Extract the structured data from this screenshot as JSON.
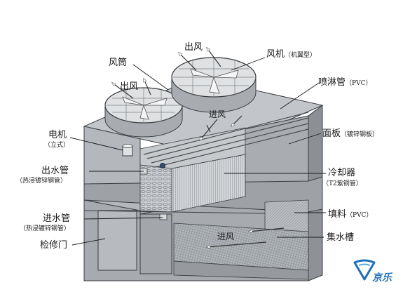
{
  "colors": {
    "casing": "#a9adb2",
    "casing_dark": "#7f8489",
    "casing_light": "#c8cbce",
    "outline": "#3a3d40",
    "leader": "#1a1a1a",
    "brand": "#1f6fb8"
  },
  "labels": {
    "fan_duct": "风筒",
    "exhaust_left": "出风",
    "exhaust_right": "出风",
    "fan": "风机",
    "fan_sub": "（机翼型）",
    "spray_pipe": "喷淋管",
    "spray_pipe_sub": "（PVC）",
    "air_in_top": "进风",
    "panel": "面板",
    "panel_sub": "（镀锌钢板）",
    "motor": "电机",
    "motor_sub": "（立式）",
    "outlet_pipe": "出水管",
    "outlet_pipe_sub": "（热浸镀锌钢管）",
    "cooler": "冷却器",
    "cooler_sub": "（T2紫铜管）",
    "fill": "填料",
    "fill_sub": "（PVC）",
    "inlet_pipe": "进水管",
    "inlet_pipe_sub": "（热浸镀锌钢管）",
    "air_in_bottom": "进风",
    "basin": "集水槽",
    "access_door": "检修门"
  },
  "logo": {
    "text": "京乐",
    "icon": "brand-logo-icon"
  }
}
